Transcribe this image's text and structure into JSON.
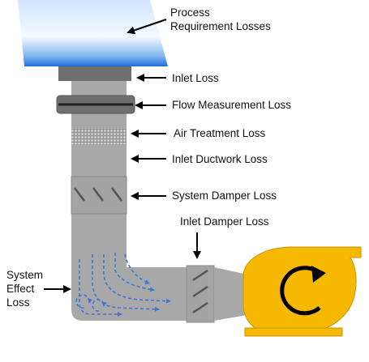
{
  "labels": {
    "process_requirement": [
      "Process",
      "Requirement Losses"
    ],
    "inlet_loss": "Inlet Loss",
    "flow_measurement_loss": "Flow Measurement Loss",
    "air_treatment_loss": "Air Treatment Loss",
    "inlet_ductwork_loss": "Inlet Ductwork Loss",
    "system_damper_loss": "System Damper Loss",
    "inlet_damper_loss": "Inlet Damper Loss",
    "system_effect_loss": [
      "System",
      "Effect",
      "Loss"
    ]
  },
  "colors": {
    "hood_top": "#1f6fd6",
    "hood_bottom": "#cfe6ff",
    "duct": "#a8a8a8",
    "duct_edge": "#8c8c8c",
    "flange": "#6f6f6f",
    "airflow_arrows": "#3a78d8",
    "fan": "#f6b800",
    "fan_rotation_arrow": "#000000"
  },
  "icons": {
    "fan_rotation": "circular-arrow-icon",
    "damper_blades": "diagonal-blade-icon"
  }
}
